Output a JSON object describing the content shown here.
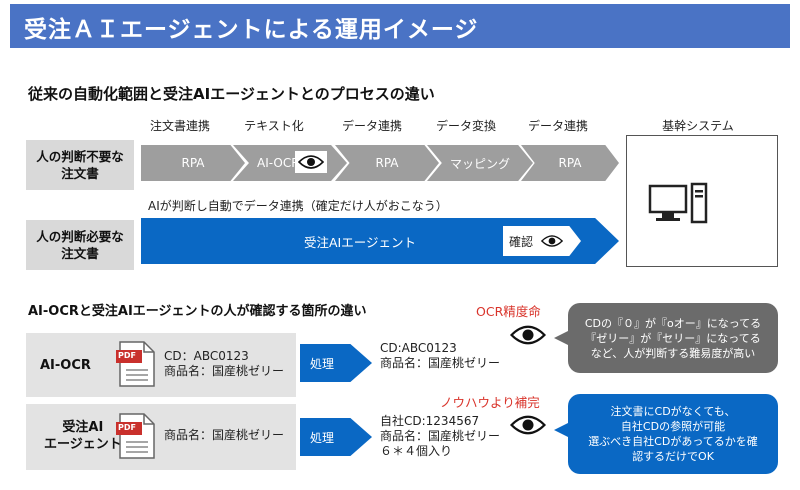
{
  "banner": {
    "title": "受注ＡＩエージェントによる運用イメージ"
  },
  "section1": {
    "title": "従来の自動化範囲と受注AIエージェントとのプロセスの違い",
    "steps": [
      "注文書連携",
      "テキスト化",
      "データ連携",
      "データ変換",
      "データ連携",
      "基幹システム"
    ],
    "row1_label": [
      "人の判断不要な",
      "注文書"
    ],
    "row1_chevrons": [
      "RPA",
      "AI-OCR",
      "RPA",
      "マッピング",
      "RPA"
    ],
    "note": "AIが判断し自動でデータ連携（確定だけ人がおこなう）",
    "row2_label": [
      "人の判断必要な",
      "注文書"
    ],
    "agent_label": "受注AIエージェント",
    "confirm_label": "確認"
  },
  "section2": {
    "title": "AI-OCRと受注AIエージェントの人が確認する箇所の違い",
    "row1": {
      "label": "AI-OCR",
      "pdf": "PDF",
      "fields": [
        "CD：ABC0123",
        "商品名：国産桃ゼリー"
      ],
      "process": "処理",
      "result": [
        "CD:ABC0123",
        "商品名：国産桃ゼリー"
      ],
      "red_note": "OCR精度命",
      "bubble": [
        "CDの『０』が『oオー』になってる",
        "『ゼリー』が『セリー』になってる",
        "など、人が判断する難易度が高い"
      ]
    },
    "row2": {
      "label": [
        "受注AI",
        "エージェント"
      ],
      "pdf": "PDF",
      "fields": [
        "商品名：国産桃ゼリー"
      ],
      "process": "処理",
      "result": [
        "自社CD:1234567",
        "商品名：国産桃ゼリー",
        "６＊４個入り"
      ],
      "red_note": "ノウハウより補完",
      "bubble": [
        "注文書にCDがなくても、",
        "自社CDの参照が可能",
        "選ぶべき自社CDがあってるかを確",
        "認するだけでOK"
      ]
    }
  },
  "colors": {
    "banner": "#4a73c5",
    "accent_blue": "#0a68c4",
    "chevron_gray": "#9e9e9e",
    "red": "#d9342b"
  }
}
